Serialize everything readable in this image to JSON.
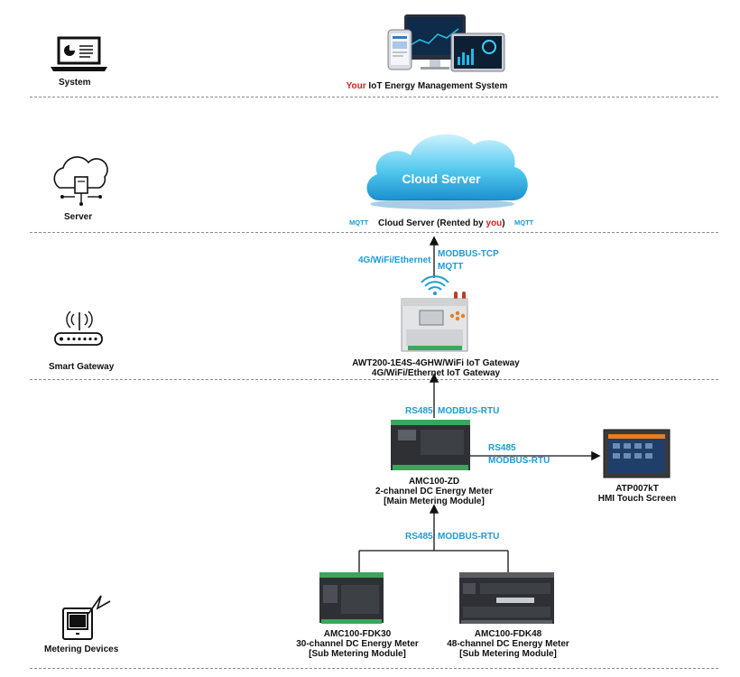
{
  "layers": {
    "system": {
      "label": "System"
    },
    "server": {
      "label": "Server"
    },
    "gateway": {
      "label": "Smart Gateway"
    },
    "metering": {
      "label": "Metering Devices"
    }
  },
  "system_title": {
    "highlight": "Your",
    "rest": " IoT Energy Management System"
  },
  "cloud": {
    "label": "Cloud Server",
    "caption_pre": "Cloud Server (Rented by ",
    "caption_highlight": "you",
    "caption_post": ")",
    "left_tag": "MQTT",
    "right_tag": "MQTT"
  },
  "gateway_link": {
    "left": "4G/WiFi/Ethernet",
    "right_1": "MODBUS-TCP",
    "right_2": "MQTT"
  },
  "gateway": {
    "line1": "AWT200-1E4S-4GHW/WiFi IoT Gateway",
    "line2": "4G/WiFi/Ethernet IoT Gateway"
  },
  "main_link": {
    "left": "RS485",
    "right": "MODBUS-RTU"
  },
  "main_meter": {
    "line1": "AMC100-ZD",
    "line2": "2-channel DC Energy Meter",
    "line3": "[Main Metering Module]"
  },
  "hmi_link": {
    "line1": "RS485",
    "line2": "MODBUS-RTU"
  },
  "hmi": {
    "line1": "ATP007kT",
    "line2": "HMI Touch Screen"
  },
  "sub_link": {
    "left": "RS485",
    "right": "MODBUS-RTU"
  },
  "sub_meter_1": {
    "line1": "AMC100-FDK30",
    "line2": "30-channel DC Energy Meter",
    "line3": "[Sub Metering Module]"
  },
  "sub_meter_2": {
    "line1": "AMC100-FDK48",
    "line2": "48-channel DC Energy Meter",
    "line3": "[Sub Metering Module]"
  }
}
